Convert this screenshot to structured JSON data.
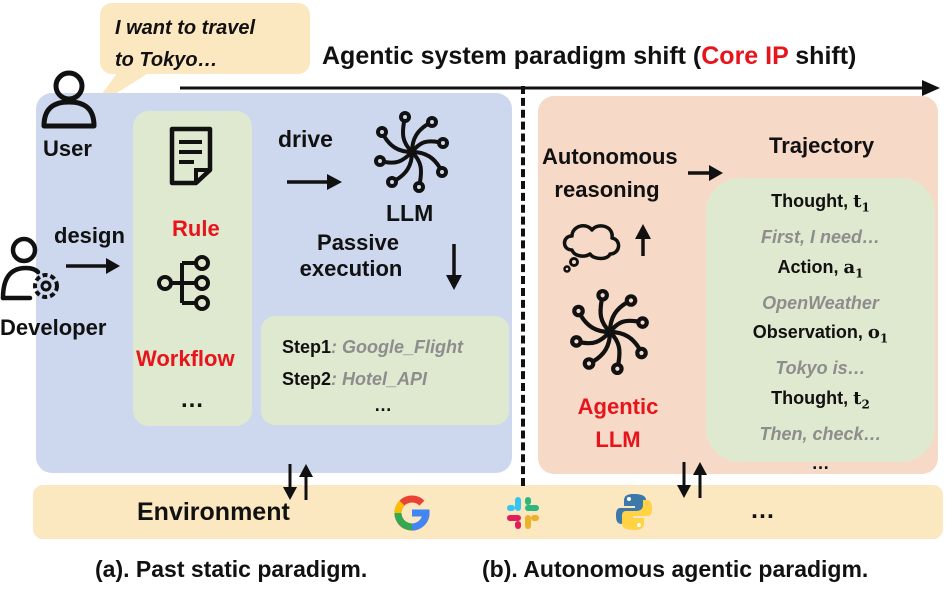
{
  "bubble": {
    "line1": "I want to travel",
    "line2": "to Tokyo…"
  },
  "header": {
    "prefix": "Agentic system paradigm shift (",
    "core_ip": "Core IP",
    "suffix": " shift)"
  },
  "left": {
    "user": "User",
    "design": "design",
    "developer": "Developer",
    "rule": "Rule",
    "workflow": "Workflow",
    "ellipsis": "…",
    "drive": "drive",
    "llm": "LLM",
    "passive1": "Passive",
    "passive2": "execution",
    "step1_label": "Step1",
    "step1_value": ": Google_Flight",
    "step2_label": "Step2",
    "step2_value": ": Hotel_API",
    "steps_ellipsis": "…"
  },
  "right": {
    "autonomous1": "Autonomous",
    "autonomous2": "reasoning",
    "trajectory": "Trajectory",
    "agentic1": "Agentic",
    "agentic2": "LLM",
    "traj_items": [
      {
        "label": "Thought, ",
        "sym": "t",
        "sub": "1"
      },
      {
        "detail": "First, I need…"
      },
      {
        "label": "Action, ",
        "sym": "a",
        "sub": "1"
      },
      {
        "detail": "OpenWeather"
      },
      {
        "label": "Observation, ",
        "sym": "o",
        "sub": "1"
      },
      {
        "detail": "Tokyo is…"
      },
      {
        "label": "Thought, ",
        "sym": "t",
        "sub": "2"
      },
      {
        "detail": "Then, check…"
      },
      {
        "detail": "…"
      }
    ]
  },
  "environment": {
    "label": "Environment",
    "ellipsis": "…",
    "icons": [
      "google-icon",
      "slack-icon",
      "python-icon"
    ]
  },
  "captions": {
    "a": "(a). Past static paradigm.",
    "b": "(b). Autonomous agentic paradigm."
  },
  "colors": {
    "red": "#e8141b",
    "left_panel": "#cdd8ee",
    "right_panel": "#f6d9c7",
    "green": "#dfe9d0",
    "env": "#fbe7c0",
    "gray_text": "#8d8d8d"
  }
}
